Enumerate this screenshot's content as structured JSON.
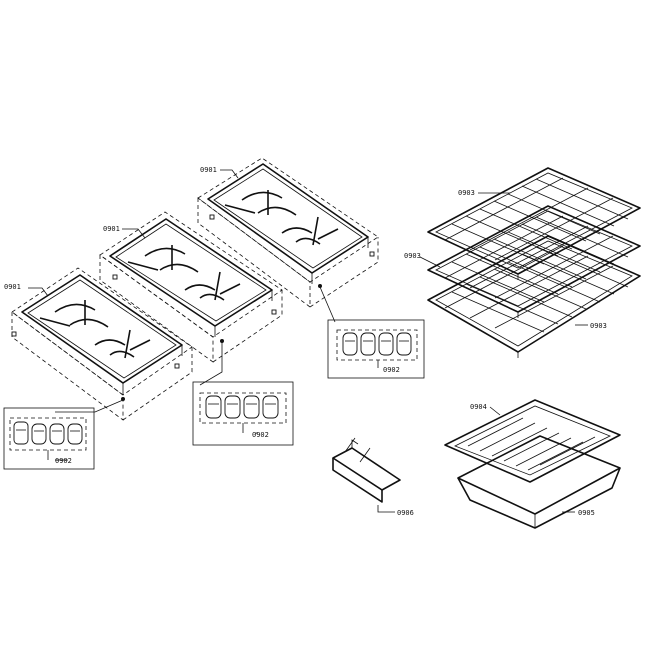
{
  "part_labels": {
    "grate_front": "0901",
    "grate_middle": "0901",
    "grate_back": "0901",
    "knobs_front": "0902",
    "knobs_middle": "0902",
    "knobs_back": "0902",
    "rack_top": "0903",
    "rack_middle": "0903",
    "rack_bottom": "0903",
    "broiler_grid": "0904",
    "broiler_pan": "0905",
    "bracket": "0906"
  }
}
